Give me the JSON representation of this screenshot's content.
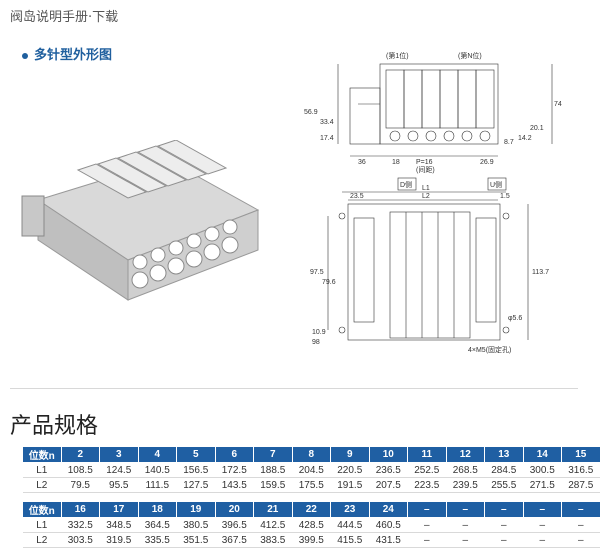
{
  "header": {
    "breadcrumb": "阀岛说明手册·下载"
  },
  "section": {
    "title": "多针型外形图"
  },
  "drawing": {
    "labels": {
      "station_first": "(第1位)",
      "station_last": "(第N位)",
      "d_side": "D侧",
      "u_side": "U侧",
      "pitch": "P=16",
      "pitch_note": "(间距)",
      "mount_hole": "4×M5(固定孔)",
      "diameter": "φ5.6"
    },
    "dims": [
      "74",
      "56.9",
      "33.4",
      "17.4",
      "36",
      "18",
      "26.9",
      "20.1",
      "14.2",
      "8.7",
      "L1",
      "L2",
      "23.5",
      "1.5",
      "97.5",
      "79.6",
      "113.7",
      "10.9",
      "98"
    ]
  },
  "spec": {
    "title": "产品规格",
    "row_header": "位数n",
    "table1": {
      "n": [
        "2",
        "3",
        "4",
        "5",
        "6",
        "7",
        "8",
        "9",
        "10",
        "11",
        "12",
        "13",
        "14",
        "15"
      ],
      "rows": [
        {
          "label": "L1",
          "values": [
            "108.5",
            "124.5",
            "140.5",
            "156.5",
            "172.5",
            "188.5",
            "204.5",
            "220.5",
            "236.5",
            "252.5",
            "268.5",
            "284.5",
            "300.5",
            "316.5"
          ]
        },
        {
          "label": "L2",
          "values": [
            "79.5",
            "95.5",
            "111.5",
            "127.5",
            "143.5",
            "159.5",
            "175.5",
            "191.5",
            "207.5",
            "223.5",
            "239.5",
            "255.5",
            "271.5",
            "287.5"
          ]
        }
      ]
    },
    "table2": {
      "n": [
        "16",
        "17",
        "18",
        "19",
        "20",
        "21",
        "22",
        "23",
        "24",
        "–",
        "–",
        "–",
        "–",
        "–"
      ],
      "rows": [
        {
          "label": "L1",
          "values": [
            "332.5",
            "348.5",
            "364.5",
            "380.5",
            "396.5",
            "412.5",
            "428.5",
            "444.5",
            "460.5",
            "–",
            "–",
            "–",
            "–",
            "–"
          ]
        },
        {
          "label": "L2",
          "values": [
            "303.5",
            "319.5",
            "335.5",
            "351.5",
            "367.5",
            "383.5",
            "399.5",
            "415.5",
            "431.5",
            "–",
            "–",
            "–",
            "–",
            "–"
          ]
        }
      ]
    }
  }
}
